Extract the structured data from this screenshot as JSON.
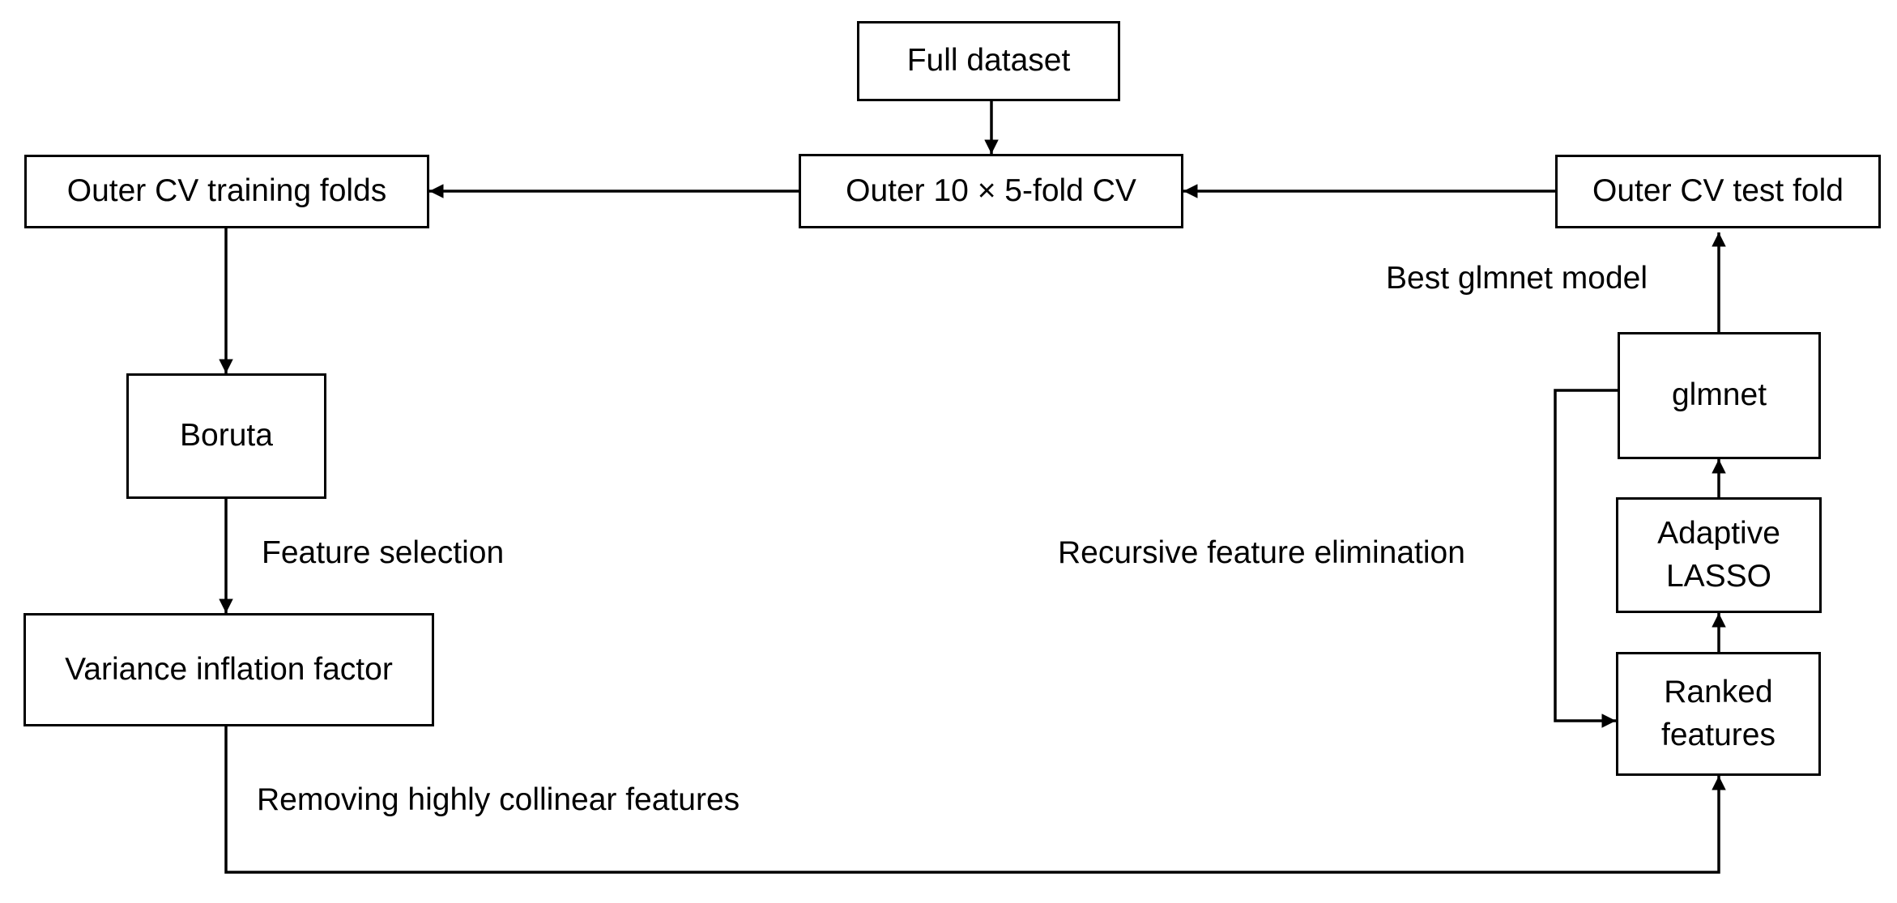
{
  "nodes": {
    "full_dataset": "Full dataset",
    "outer_cv": "Outer 10 × 5-fold CV",
    "outer_training": "Outer CV training folds",
    "outer_test": "Outer CV test fold",
    "boruta": "Boruta",
    "vif": "Variance inflation factor",
    "glmnet": "glmnet",
    "adaptive_lasso_line1": "Adaptive",
    "adaptive_lasso_line2": "LASSO",
    "ranked_line1": "Ranked",
    "ranked_line2": "features"
  },
  "edge_labels": {
    "feature_selection": "Feature selection",
    "removing_collinear": "Removing highly collinear features",
    "best_glmnet": "Best glmnet model",
    "recursive_elimination": "Recursive feature elimination"
  },
  "colors": {
    "stroke": "#000000",
    "background": "#ffffff"
  }
}
